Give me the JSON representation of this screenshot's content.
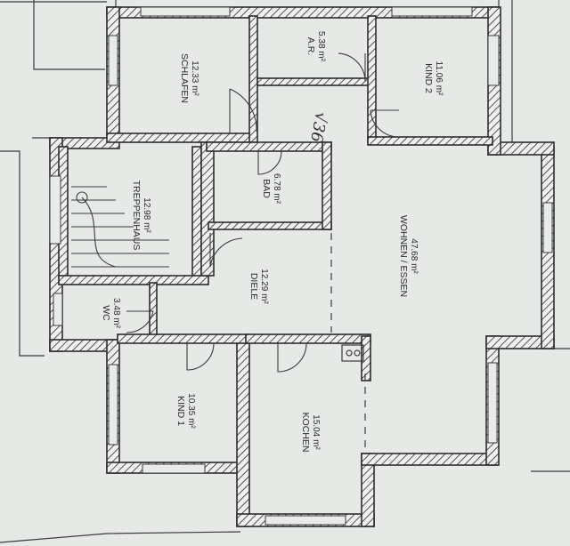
{
  "rooms": [
    {
      "id": "schlafen",
      "name": "SCHLAFEN",
      "area": "12.33 m²"
    },
    {
      "id": "ar",
      "name": "A.R.",
      "area": "5.38 m²"
    },
    {
      "id": "kind2",
      "name": "KIND 2",
      "area": "11.06 m²"
    },
    {
      "id": "bad",
      "name": "BAD",
      "area": "6.78 m²"
    },
    {
      "id": "treppenhaus",
      "name": "TREPPENHAUS",
      "area": "12.98 m²"
    },
    {
      "id": "diele",
      "name": "DIELE",
      "area": "12.29 m²"
    },
    {
      "id": "wohnen",
      "name": "WOHNEN / ESSEN",
      "area": "47.68 m²"
    },
    {
      "id": "wc",
      "name": "WC",
      "area": "3.48 m²"
    },
    {
      "id": "kind1",
      "name": "KIND 1",
      "area": "10.35 m²"
    },
    {
      "id": "kochen",
      "name": "KOCHEN",
      "area": "15.04 m²"
    }
  ],
  "handwriting": "√36"
}
